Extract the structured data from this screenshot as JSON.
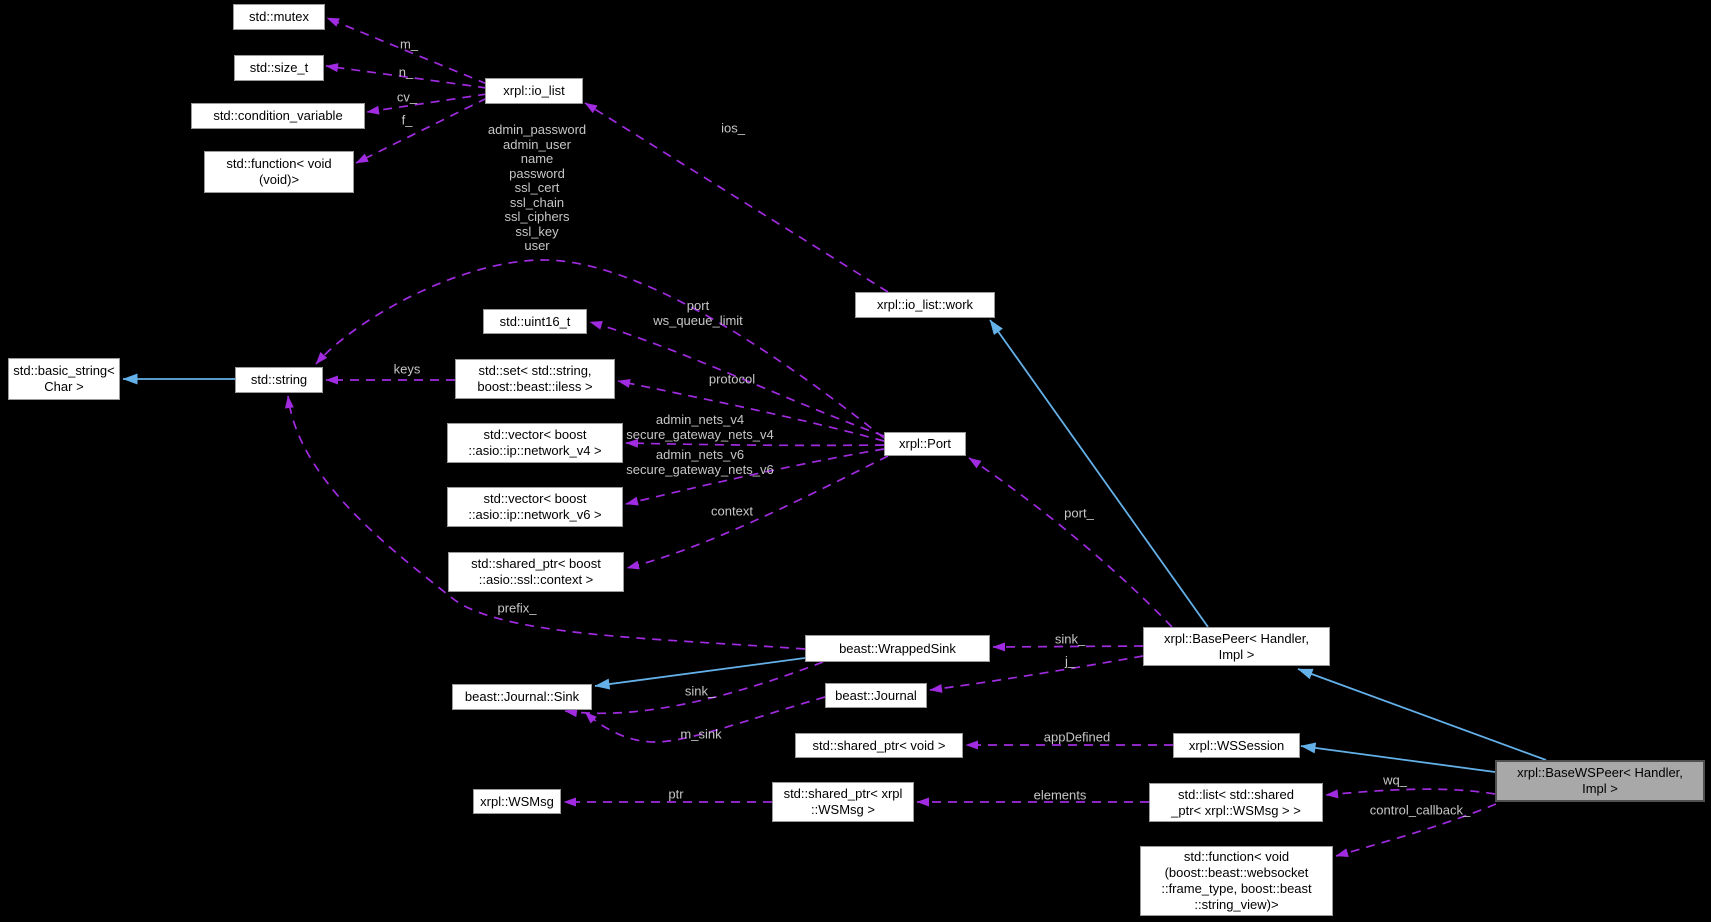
{
  "diagram_type": "collaboration-graph",
  "colors": {
    "background": "#000000",
    "node_fill": "#ffffff",
    "node_border": "#9a9a9a",
    "node_text": "#000000",
    "focus_node_fill": "#a8a8a8",
    "focus_node_border": "#4f4f4f",
    "usage_edge": "#a02be0",
    "inheritance_edge": "#64b1ea",
    "edge_label": "#c6c6c6"
  },
  "nodes": {
    "mutex": [
      "std::mutex"
    ],
    "size_t": [
      "std::size_t"
    ],
    "condition_variable": [
      "std::condition_variable"
    ],
    "function_void": [
      "std::function< void",
      "(void)>"
    ],
    "io_list": [
      "xrpl::io_list"
    ],
    "io_list_work": [
      "xrpl::io_list::work"
    ],
    "uint16_t": [
      "std::uint16_t"
    ],
    "basic_string": [
      "std::basic_string<",
      "Char >"
    ],
    "string": [
      "std::string"
    ],
    "set_iless": [
      "std::set< std::string,",
      "boost::beast::iless >"
    ],
    "vector_v4": [
      "std::vector< boost",
      "::asio::ip::network_v4 >"
    ],
    "vector_v6": [
      "std::vector< boost",
      "::asio::ip::network_v6 >"
    ],
    "shared_ptr_ssl_context": [
      "std::shared_ptr< boost",
      "::asio::ssl::context >"
    ],
    "port": [
      "xrpl::Port"
    ],
    "wrapped_sink": [
      "beast::WrappedSink"
    ],
    "base_peer": [
      "xrpl::BasePeer< Handler,",
      "Impl >"
    ],
    "journal_sink": [
      "beast::Journal::Sink"
    ],
    "journal": [
      "beast::Journal"
    ],
    "shared_ptr_void": [
      "std::shared_ptr< void >"
    ],
    "ws_session": [
      "xrpl::WSSession"
    ],
    "wsmsg": [
      "xrpl::WSMsg"
    ],
    "shared_ptr_wsmsg": [
      "std::shared_ptr< xrpl",
      "::WSMsg >"
    ],
    "list_shared_ptr_wsmsg": [
      "std::list< std::shared",
      "_ptr< xrpl::WSMsg > >"
    ],
    "function_frame": [
      "std::function< void",
      "(boost::beast::websocket",
      "::frame_type, boost::beast",
      "::string_view)>"
    ],
    "base_ws_peer": [
      "xrpl::BaseWSPeer< Handler,",
      "Impl >"
    ]
  },
  "edge_labels": {
    "m": [
      "m_"
    ],
    "n": [
      "n_"
    ],
    "cv": [
      "cv_"
    ],
    "f": [
      "f_"
    ],
    "ios": [
      "ios_"
    ],
    "port_strings": [
      "admin_password",
      "admin_user",
      "name",
      "password",
      "ssl_cert",
      "ssl_chain",
      "ssl_ciphers",
      "ssl_key",
      "user"
    ],
    "port_numbers": [
      "port",
      "ws_queue_limit"
    ],
    "keys": [
      "keys"
    ],
    "protocol": [
      "protocol"
    ],
    "nets_v4": [
      "admin_nets_v4",
      "secure_gateway_nets_v4"
    ],
    "nets_v6": [
      "admin_nets_v6",
      "secure_gateway_nets_v6"
    ],
    "context": [
      "context"
    ],
    "port_ref": [
      "port_"
    ],
    "prefix": [
      "prefix_"
    ],
    "sink_peer": [
      "sink_"
    ],
    "j": [
      "j_"
    ],
    "sink_wrapped": [
      "sink_"
    ],
    "m_sink": [
      "m_sink"
    ],
    "app_defined": [
      "appDefined"
    ],
    "ptr": [
      "ptr"
    ],
    "elements": [
      "elements"
    ],
    "wq": [
      "wq_"
    ],
    "control_callback": [
      "control_callback_"
    ]
  }
}
